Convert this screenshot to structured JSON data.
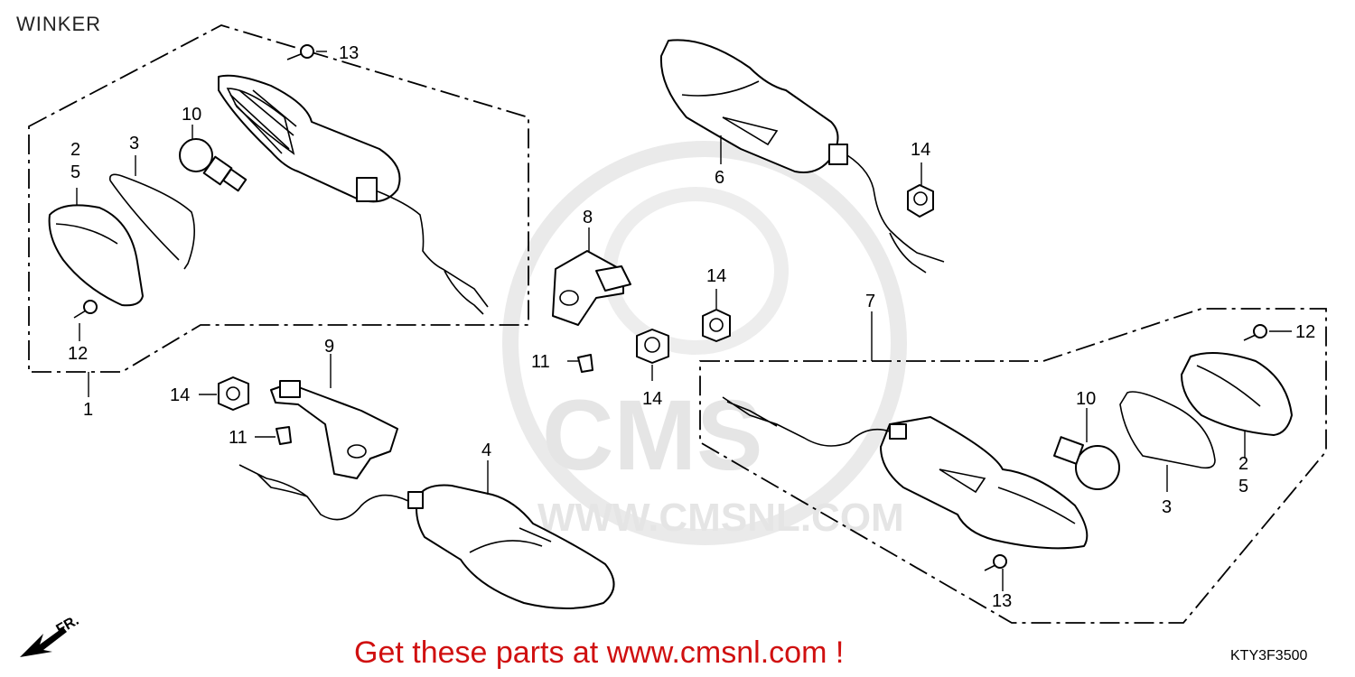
{
  "title": "WINKER",
  "footer_text": "Get these parts at www.cmsnl.com !",
  "diagram_code": "KTY3F3500",
  "watermark": {
    "logo_text": "CMS",
    "url_text": "WWW.CMSNL.COM"
  },
  "direction_marker": {
    "label": "FR.",
    "icon": "forward-arrow-icon"
  },
  "colors": {
    "footer": "#d01010",
    "watermark": "#e3e3e3",
    "lines": "#000000"
  },
  "callouts": {
    "rear_left_assembly": "1",
    "rear_left_lens_a": "2",
    "rear_left_lens_b": "5",
    "rear_left_gasket": "3",
    "rear_left_bulb": "10",
    "rear_left_screw_top": "13",
    "rear_left_screw_bottom": "12",
    "front_right_unit": "6",
    "front_right_nut": "14",
    "right_bracket": "8",
    "right_bracket_bolt": "11",
    "center_nut_a": "14",
    "center_nut_b": "14",
    "rear_right_assembly": "7",
    "rear_right_screw_top": "12",
    "rear_right_lens_a": "2",
    "rear_right_lens_b": "5",
    "rear_right_gasket": "3",
    "rear_right_bulb": "10",
    "rear_right_screw_bottom": "13",
    "left_bracket": "9",
    "left_bracket_nut": "14",
    "left_bracket_bolt": "11",
    "front_left_unit": "4"
  }
}
